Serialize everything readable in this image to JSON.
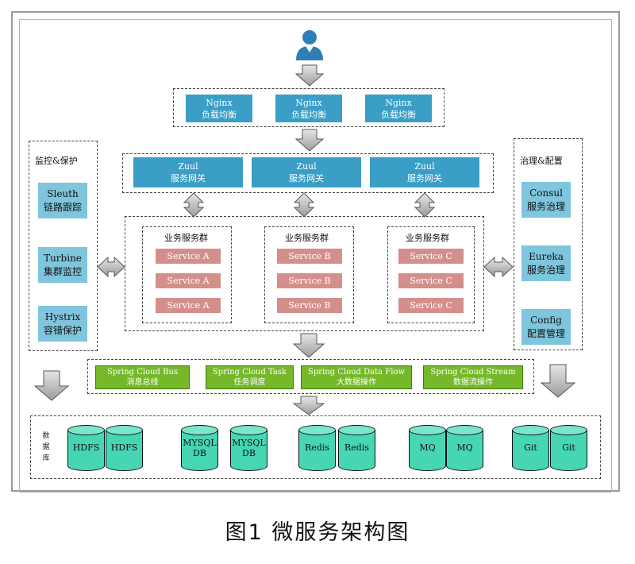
{
  "nginx": [
    {
      "name": "Nginx",
      "desc": "负载均衡"
    },
    {
      "name": "Nginx",
      "desc": "负载均衡"
    },
    {
      "name": "Nginx",
      "desc": "负载均衡"
    }
  ],
  "zuul": [
    {
      "name": "Zuul",
      "desc": "服务网关"
    },
    {
      "name": "Zuul",
      "desc": "服务网关"
    },
    {
      "name": "Zuul",
      "desc": "服务网关"
    }
  ],
  "monitor": {
    "title": "监控&保护",
    "items": [
      {
        "name": "Sleuth",
        "desc": "链路跟踪"
      },
      {
        "name": "Turbine",
        "desc": "集群监控"
      },
      {
        "name": "Hystrix",
        "desc": "容错保护"
      }
    ]
  },
  "governance": {
    "title": "治理&配置",
    "items": [
      {
        "name": "Consul",
        "desc": "服务治理"
      },
      {
        "name": "Eureka",
        "desc": "服务治理"
      },
      {
        "name": "Config",
        "desc": "配置管理"
      }
    ]
  },
  "service_groups": [
    {
      "title": "业务服务群",
      "services": [
        "Service A",
        "Service A",
        "Service A"
      ]
    },
    {
      "title": "业务服务群",
      "services": [
        "Service B",
        "Service B",
        "Service B"
      ]
    },
    {
      "title": "业务服务群",
      "services": [
        "Service C",
        "Service C",
        "Service C"
      ]
    }
  ],
  "spring": [
    {
      "name": "Spring Cloud Bus",
      "desc": "消息总线"
    },
    {
      "name": "Spring Cloud Task",
      "desc": "任务调度"
    },
    {
      "name": "Spring Cloud Data Flow",
      "desc": "大数据操作"
    },
    {
      "name": "Spring Cloud Stream",
      "desc": "数据流操作"
    }
  ],
  "storage": {
    "label": "数据库",
    "items": [
      {
        "l1": "HDFS",
        "l2": ""
      },
      {
        "l1": "HDFS",
        "l2": ""
      },
      {
        "l1": "MYSQL",
        "l2": "DB"
      },
      {
        "l1": "MYSQL",
        "l2": "DB"
      },
      {
        "l1": "Redis",
        "l2": ""
      },
      {
        "l1": "Redis",
        "l2": ""
      },
      {
        "l1": "MQ",
        "l2": ""
      },
      {
        "l1": "MQ",
        "l2": ""
      },
      {
        "l1": "Git",
        "l2": ""
      },
      {
        "l1": "Git",
        "l2": ""
      }
    ]
  },
  "caption": "图1   微服务架构图",
  "colors": {
    "blue": "#3a9ec6",
    "tile": "#7fc5dd",
    "service": "#d48f8b",
    "spring": "#76b82a",
    "db": "#46d6b3"
  }
}
